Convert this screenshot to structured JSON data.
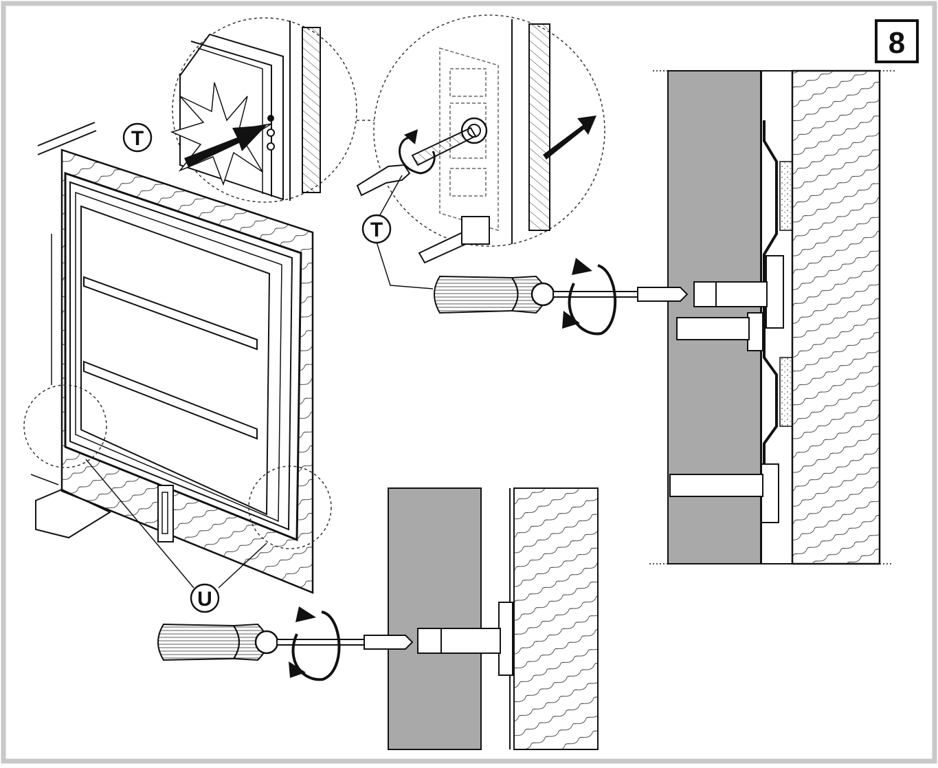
{
  "step": {
    "number": "8"
  },
  "callouts": {
    "t_top": "T",
    "t_mid": "T",
    "u": "U"
  },
  "colors": {
    "frame": "#c8c8c8",
    "cabinet": "#a9a9a9",
    "ink": "#111111",
    "paper": "#ffffff"
  },
  "icons": {
    "rotate": "rotate-arrow-icon",
    "push": "push-arrow-icon",
    "screwdriver": "screwdriver-icon",
    "impact": "impact-burst-icon"
  }
}
